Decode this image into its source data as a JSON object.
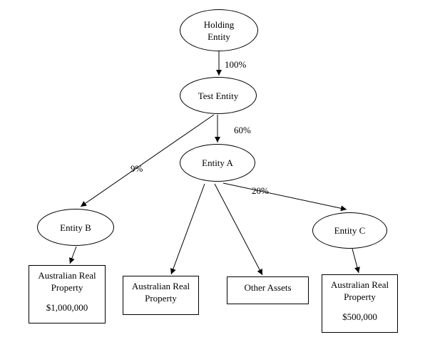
{
  "diagram": {
    "background_color": "#ffffff",
    "line_color": "#000000",
    "text_color": "#000000",
    "nodes": {
      "holding": {
        "shape": "oval",
        "label": "Holding Entity"
      },
      "test": {
        "shape": "oval",
        "label": "Test Entity"
      },
      "entity_a": {
        "shape": "oval",
        "label": "Entity A"
      },
      "entity_b": {
        "shape": "oval",
        "label": "Entity B"
      },
      "entity_c": {
        "shape": "oval",
        "label": "Entity C"
      },
      "asset_b": {
        "shape": "rect",
        "label": "Australian Real Property",
        "value": "$1,000,000"
      },
      "asset_a1": {
        "shape": "rect",
        "label": "Australian Real Property"
      },
      "asset_a2": {
        "shape": "rect",
        "label": "Other Assets"
      },
      "asset_c": {
        "shape": "rect",
        "label": "Australian Real Property",
        "value": "$500,000"
      }
    },
    "edges": {
      "holding_test": {
        "from": "holding",
        "to": "test",
        "label": "100%"
      },
      "test_entity_a": {
        "from": "test",
        "to": "entity_a",
        "label": "60%"
      },
      "test_entity_b": {
        "from": "test",
        "to": "entity_b",
        "label": "9%"
      },
      "entity_a_entity_c": {
        "from": "entity_a",
        "to": "entity_c",
        "label": "20%"
      },
      "entity_b_asset_b": {
        "from": "entity_b",
        "to": "asset_b",
        "label": ""
      },
      "entity_a_asset_a1": {
        "from": "entity_a",
        "to": "asset_a1",
        "label": ""
      },
      "entity_a_asset_a2": {
        "from": "entity_a",
        "to": "asset_a2",
        "label": ""
      },
      "entity_c_asset_c": {
        "from": "entity_c",
        "to": "asset_c",
        "label": ""
      }
    }
  }
}
